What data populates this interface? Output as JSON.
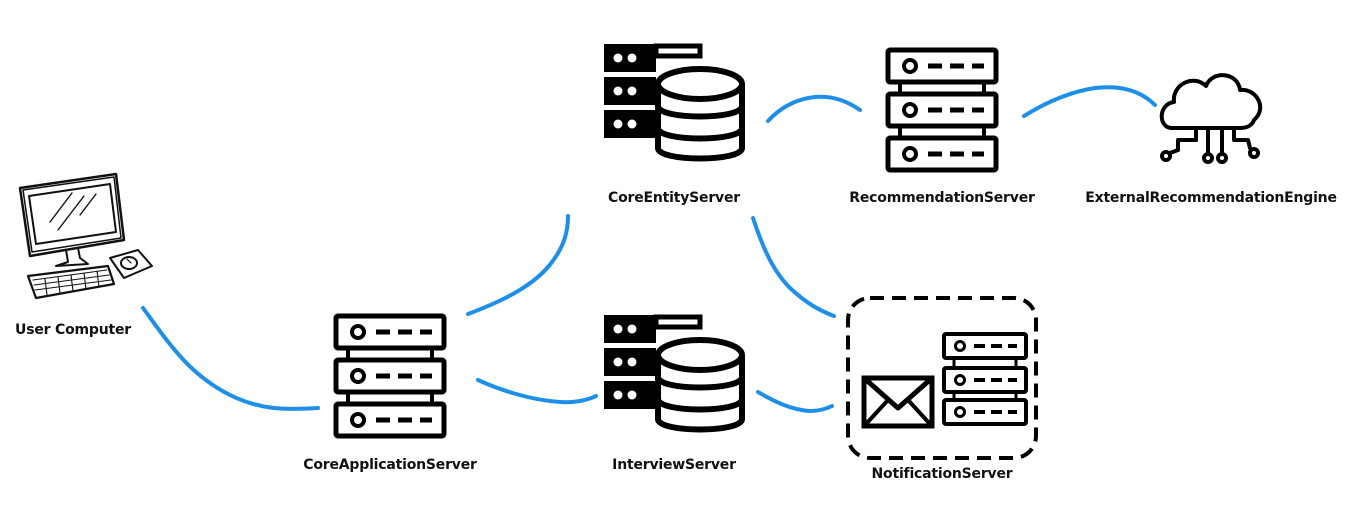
{
  "colors": {
    "connector": "#1e8fe8",
    "icon": "#000000",
    "background": "#ffffff"
  },
  "nodes": {
    "user_computer": {
      "label": "User Computer",
      "icon": "desktop-computer-icon"
    },
    "core_application_server": {
      "label": "CoreApplicationServer",
      "icon": "server-rack-icon"
    },
    "core_entity_server": {
      "label": "CoreEntityServer",
      "icon": "database-server-icon"
    },
    "interview_server": {
      "label": "InterviewServer",
      "icon": "database-server-icon"
    },
    "recommendation_server": {
      "label": "RecommendationServer",
      "icon": "server-rack-icon"
    },
    "external_recommendation_engine": {
      "label": "ExternalRecommendationEngine",
      "icon": "cloud-icon"
    },
    "notification_server": {
      "label": "NotificationServer",
      "icon": "mail-server-icon"
    }
  },
  "connections": [
    {
      "from": "User Computer",
      "to": "CoreApplicationServer"
    },
    {
      "from": "CoreApplicationServer",
      "to": "CoreEntityServer"
    },
    {
      "from": "CoreApplicationServer",
      "to": "InterviewServer"
    },
    {
      "from": "CoreEntityServer",
      "to": "RecommendationServer"
    },
    {
      "from": "RecommendationServer",
      "to": "ExternalRecommendationEngine"
    },
    {
      "from": "CoreEntityServer",
      "to": "NotificationServer"
    },
    {
      "from": "InterviewServer",
      "to": "NotificationServer"
    }
  ]
}
